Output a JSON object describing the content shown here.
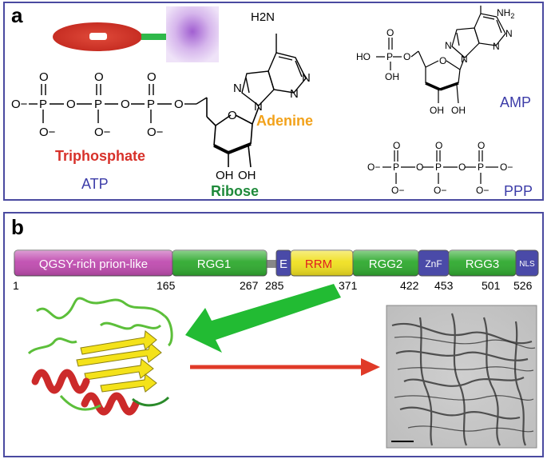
{
  "panel_a": {
    "label": "a",
    "atp": {
      "triphosphate": "Triphosphate",
      "adenine": "Adenine",
      "ribose": "Ribose",
      "name": "ATP",
      "nh2": "H2N",
      "oh1": "OH",
      "oh2": "OH"
    },
    "amp": {
      "name": "AMP",
      "ho": "HO",
      "oh": "OH",
      "oh1": "OH",
      "oh2": "OH"
    },
    "ppp": {
      "name": "PPP"
    },
    "atoms": {
      "P": "P",
      "O": "O",
      "Ominus": "O−",
      "N": "N"
    },
    "colors": {
      "triphosphate": "#d7312a",
      "adenine": "#f2a21b",
      "ribose": "#1f8a3b",
      "names": "#3c3ca8"
    }
  },
  "panel_b": {
    "label": "b",
    "domains": [
      {
        "label": "QGSY-rich prion-like",
        "color": "#c04cb0"
      },
      {
        "label": "RGG1",
        "color": "#2faa2f"
      },
      {
        "label": "E",
        "color": "#4a4aa8"
      },
      {
        "label": "RRM",
        "color": "#f0e020",
        "text_color": "#e02020"
      },
      {
        "label": "RGG2",
        "color": "#2faa2f"
      },
      {
        "label": "ZnF",
        "color": "#4a4aa8"
      },
      {
        "label": "RGG3",
        "color": "#2faa2f"
      },
      {
        "label": "NLS",
        "color": "#4a4aa8"
      }
    ],
    "positions": [
      "1",
      "165",
      "267",
      "285",
      "371",
      "422",
      "453",
      "501",
      "526"
    ],
    "arrow_colors": {
      "green": "#22bb33",
      "red": "#e03a28"
    }
  }
}
